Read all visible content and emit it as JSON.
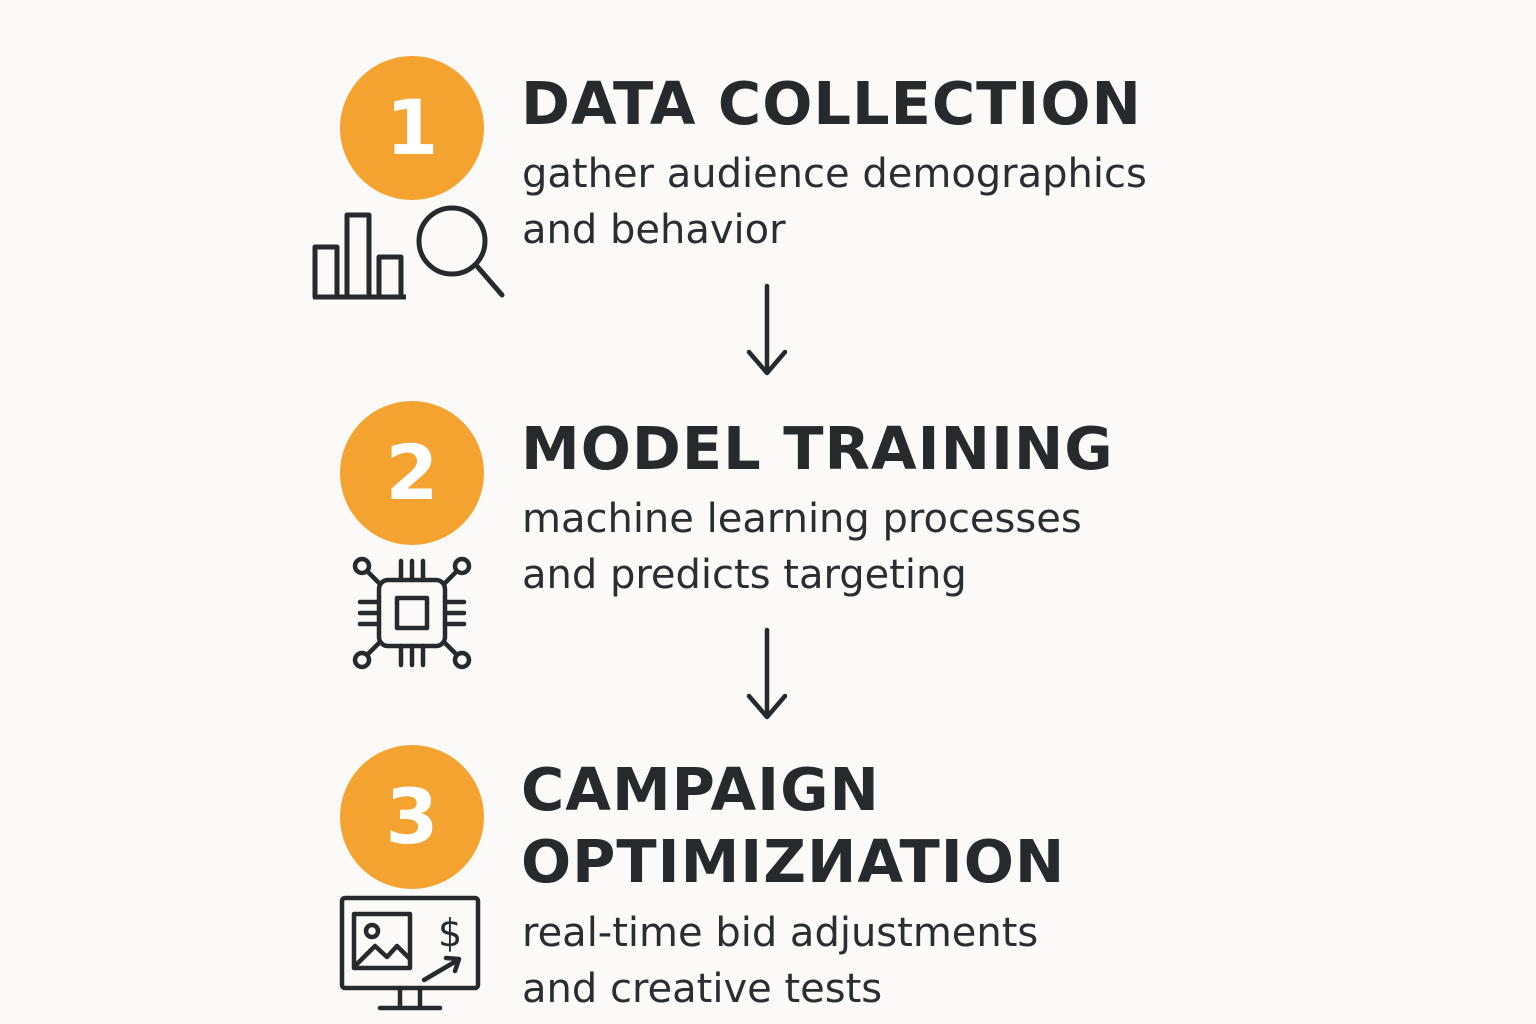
{
  "colors": {
    "accent": "#f4a230",
    "text": "#262a2d",
    "background": "#fbfaf8"
  },
  "steps": [
    {
      "number": "1",
      "title": "DATA COLLECTION",
      "description": [
        "gather audience demographics",
        "and behavior"
      ],
      "icon": "bar-chart-magnifier-icon"
    },
    {
      "number": "2",
      "title": "MODEL TRAINING",
      "description": [
        "machine learning processes",
        "and predicts targeting"
      ],
      "icon": "processor-chip-icon"
    },
    {
      "number": "3",
      "title": [
        "CAMPAIGN",
        "OPTIMIZИATION"
      ],
      "description": [
        "real-time bid adjustments",
        "and creative tests"
      ],
      "icon": "monitor-image-dollar-growth-icon"
    }
  ],
  "connectors": [
    "down-arrow-icon",
    "down-arrow-icon"
  ]
}
